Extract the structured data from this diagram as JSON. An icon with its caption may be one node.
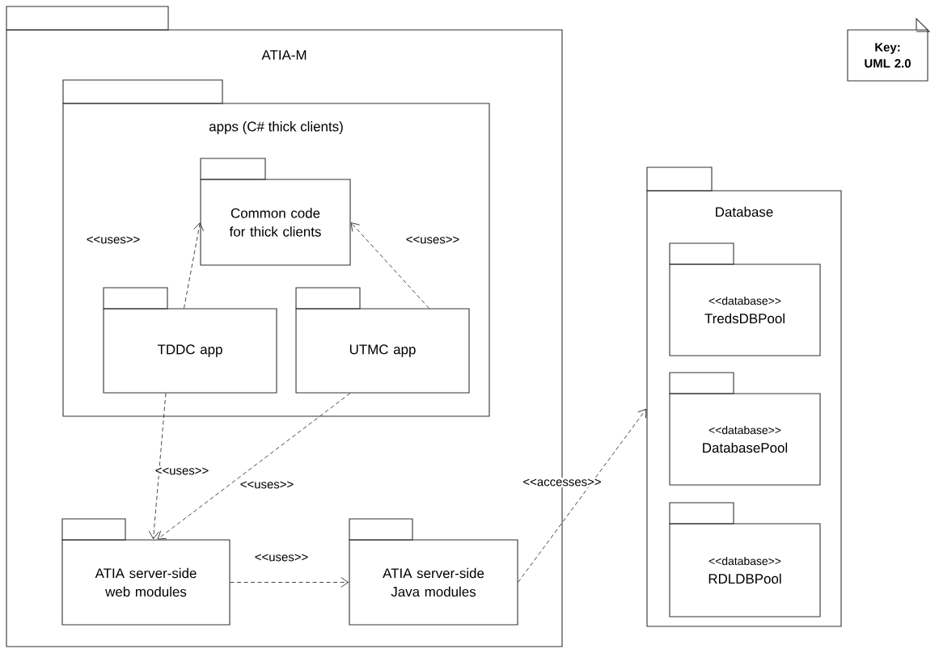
{
  "diagram": {
    "nodes": [
      {
        "text": [
          "ATIA-M"
        ]
      },
      {
        "text": [
          "apps (C# thick clients)"
        ],
        "in": 0
      },
      {
        "text": [
          "Common code for thick clients"
        ],
        "in": 1
      },
      {
        "text": [
          "TDDC app"
        ],
        "in": 1
      },
      {
        "text": [
          "UTMC app"
        ],
        "in": 1
      },
      {
        "text": [
          "ATIA server-side web modules"
        ],
        "in": 0
      },
      {
        "text": [
          "ATIA server-side Java modules"
        ],
        "in": 0
      },
      {
        "text": [
          "Database"
        ]
      },
      {
        "text": [
          "<<database>>",
          "TredsDBPool"
        ],
        "in": 7
      },
      {
        "text": [
          "<<database>>",
          "DatabasePool"
        ],
        "in": 7
      },
      {
        "text": [
          "<<database>>",
          "RDLDBPool"
        ],
        "in": 7
      },
      {
        "text": [
          "Key: UML 2.0"
        ]
      }
    ],
    "edges": [
      {
        "from": 3,
        "to": 2,
        "arrow": "to",
        "label": "<<uses>>",
        "style": "dashed"
      },
      {
        "from": 4,
        "to": 2,
        "arrow": "to",
        "label": "<<uses>>",
        "style": "dashed"
      },
      {
        "from": 3,
        "to": 5,
        "arrow": "to",
        "label": "<<uses>>",
        "style": "dashed"
      },
      {
        "from": 4,
        "to": 5,
        "arrow": "to",
        "label": "<<uses>>",
        "style": "dashed"
      },
      {
        "from": 5,
        "to": 6,
        "arrow": "to",
        "label": "<<uses>>",
        "style": "dashed"
      },
      {
        "from": 6,
        "to": 7,
        "arrow": "to",
        "label": "<<accesses>>",
        "style": "dashed"
      }
    ]
  }
}
